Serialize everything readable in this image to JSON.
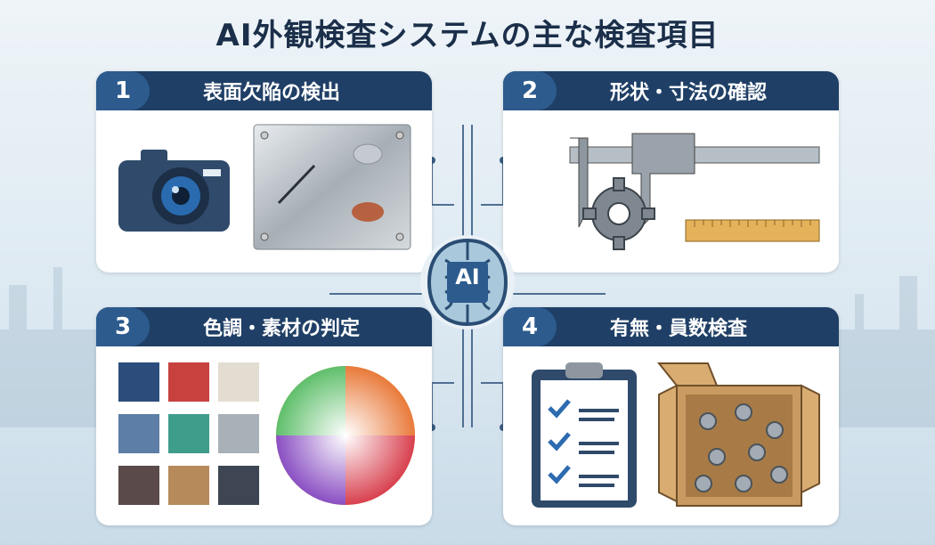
{
  "title": "AI外観検査システムの主な検査項目",
  "center": {
    "label": "AI"
  },
  "panels": [
    {
      "number": "1",
      "label": "表面欠陥の検出"
    },
    {
      "number": "2",
      "label": "形状・寸法の確認"
    },
    {
      "number": "3",
      "label": "色調・素材の判定"
    },
    {
      "number": "4",
      "label": "有無・員数検査"
    }
  ],
  "colors": {
    "header": "#1f3f66",
    "number_bg": "#2d5b8e",
    "background": "#dbe8f1"
  }
}
